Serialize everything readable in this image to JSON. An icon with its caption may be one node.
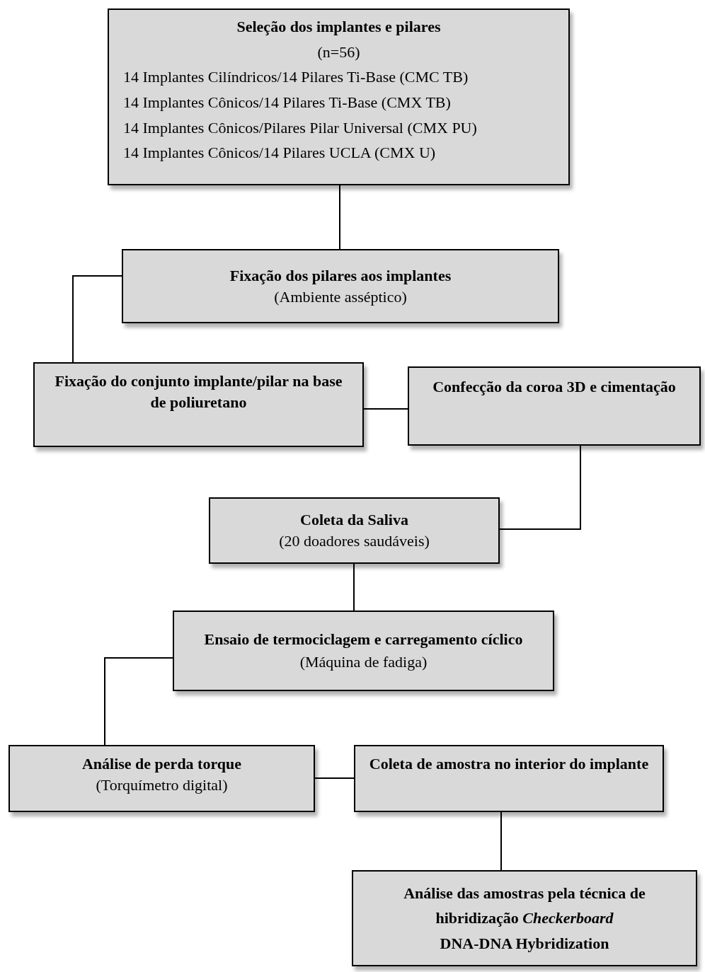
{
  "diagram": {
    "nodes": [
      {
        "text": [
          "Seleção dos implantes e pilares",
          "(n=56)",
          "14 Implantes Cilíndricos/14 Pilares Ti-Base (CMC TB)",
          "14 Implantes Cônicos/14 Pilares Ti-Base (CMX TB)",
          "14 Implantes Cônicos/Pilares Pilar Universal (CMX PU)",
          "14 Implantes Cônicos/14 Pilares UCLA (CMX U)"
        ]
      },
      {
        "text": [
          "Fixação dos pilares aos implantes",
          "(Ambiente asséptico)"
        ]
      },
      {
        "text": [
          "Fixação do conjunto implante/pilar na base de poliuretano"
        ]
      },
      {
        "text": [
          "Confecção da coroa 3D e cimentação"
        ]
      },
      {
        "text": [
          "Coleta da Saliva",
          "(20 doadores saudáveis)"
        ]
      },
      {
        "text": [
          "Ensaio de termociclagem e carregamento cíclico",
          "(Máquina de fadiga)"
        ]
      },
      {
        "text": [
          "Análise de perda torque",
          "(Torquímetro digital)"
        ]
      },
      {
        "text": [
          "Coleta de amostra no interior do implante"
        ]
      },
      {
        "text": [
          "Análise das amostras pela técnica de hibridização *Checkerboard*",
          "DNA-DNA Hybridization"
        ]
      }
    ],
    "edges": [
      {
        "from": 0,
        "to": 1,
        "arrow": "none"
      },
      {
        "from": 1,
        "to": 2,
        "arrow": "none"
      },
      {
        "from": 2,
        "to": 3,
        "arrow": "none"
      },
      {
        "from": 3,
        "to": 4,
        "arrow": "none"
      },
      {
        "from": 4,
        "to": 5,
        "arrow": "none"
      },
      {
        "from": 5,
        "to": 6,
        "arrow": "none"
      },
      {
        "from": 6,
        "to": 7,
        "arrow": "none"
      },
      {
        "from": 7,
        "to": 8,
        "arrow": "none"
      }
    ]
  }
}
